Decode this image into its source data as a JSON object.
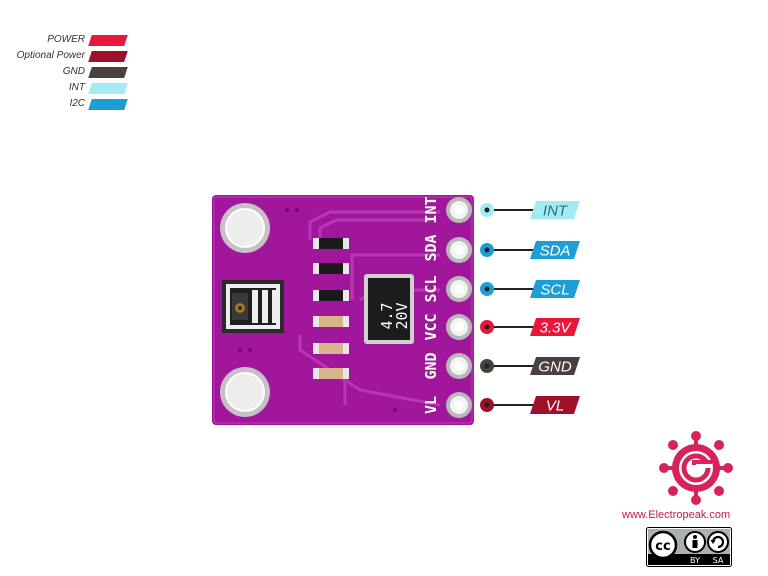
{
  "legend": {
    "items": [
      {
        "label": "POWER",
        "color": "#e8183a"
      },
      {
        "label": "Optional Power",
        "color": "#9e1129"
      },
      {
        "label": "GND",
        "color": "#4a403d"
      },
      {
        "label": "INT",
        "color": "#a4eaf2"
      },
      {
        "label": "I2C",
        "color": "#1b9fd6"
      }
    ]
  },
  "board": {
    "pins": [
      "INT",
      "SDA",
      "SCL",
      "VCC",
      "GND",
      "VL"
    ],
    "cap_value": "4.7",
    "cap_voltage": "20V",
    "color": "#a1179b"
  },
  "pin_labels": [
    {
      "text": "INT",
      "color": "#a4eaf2",
      "text_color": "#2a6f7a",
      "wire": "INT"
    },
    {
      "text": "SDA",
      "color": "#1b9fd6",
      "text_color": "#ffffff",
      "wire": "I2C"
    },
    {
      "text": "SCL",
      "color": "#1b9fd6",
      "text_color": "#ffffff",
      "wire": "I2C"
    },
    {
      "text": "3.3V",
      "color": "#e8183a",
      "text_color": "#ffffff",
      "wire": "POWER"
    },
    {
      "text": "GND",
      "color": "#4a403d",
      "text_color": "#ffffff",
      "wire": "GND"
    },
    {
      "text": "VL",
      "color": "#9e1129",
      "text_color": "#ffffff",
      "wire": "Optional Power"
    }
  ],
  "brand": {
    "url": "www.Electropeak.com",
    "logo_color": "#d6245a",
    "license": [
      "BY",
      "SA"
    ]
  }
}
